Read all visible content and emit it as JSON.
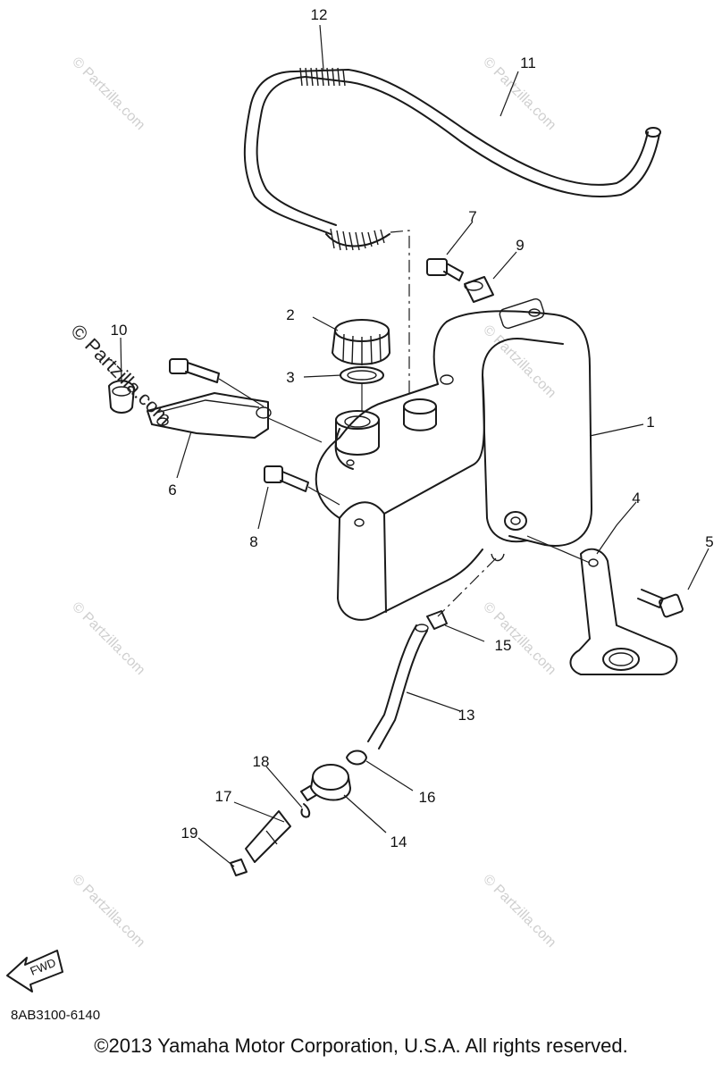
{
  "diagram": {
    "callouts": [
      "1",
      "2",
      "3",
      "4",
      "5",
      "6",
      "7",
      "8",
      "9",
      "10",
      "11",
      "12",
      "13",
      "14",
      "15",
      "16",
      "17",
      "18",
      "19"
    ],
    "watermark": "© Partzilla.com",
    "fwd_label": "FWD"
  },
  "footer": {
    "part_code": "8AB3100-6140",
    "copyright": "©2013  Yamaha Motor Corporation, U.S.A. All rights reserved."
  }
}
